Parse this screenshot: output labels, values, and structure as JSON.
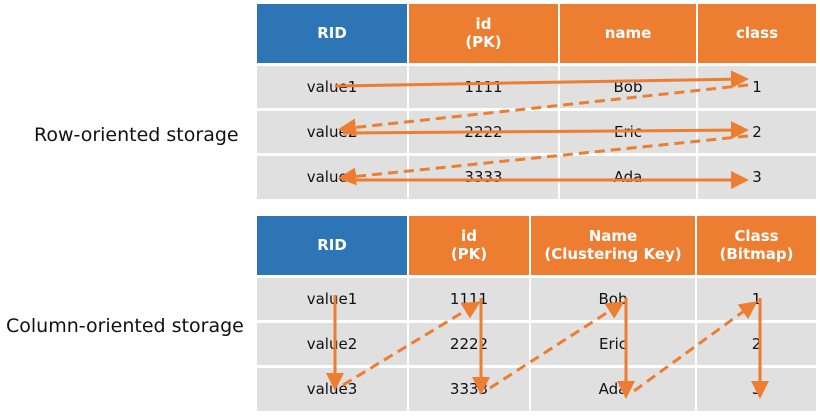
{
  "labels": {
    "row_storage": "Row-oriented storage",
    "column_storage": "Column-oriented storage"
  },
  "row_table": {
    "headers": [
      {
        "lines": [
          "RID"
        ]
      },
      {
        "lines": [
          "id",
          "(PK)"
        ]
      },
      {
        "lines": [
          "name"
        ]
      },
      {
        "lines": [
          "class"
        ]
      }
    ],
    "rows": [
      [
        "value1",
        "1111",
        "Bob",
        "1"
      ],
      [
        "value2",
        "2222",
        "Eric",
        "2"
      ],
      [
        "value3",
        "3333",
        "Ada",
        "3"
      ]
    ]
  },
  "column_table": {
    "headers": [
      {
        "lines": [
          "RID"
        ]
      },
      {
        "lines": [
          "id",
          "(PK)"
        ]
      },
      {
        "lines": [
          "Name",
          "(Clustering Key)"
        ]
      },
      {
        "lines": [
          "Class",
          "(Bitmap)"
        ]
      }
    ],
    "rows": [
      [
        "value1",
        "1111",
        "Bob",
        "1"
      ],
      [
        "value2",
        "2222",
        "Eric",
        "2"
      ],
      [
        "value3",
        "3333",
        "Ada",
        "3"
      ]
    ]
  },
  "colors": {
    "rid_header": "#2e75b6",
    "column_header": "#ed7d31",
    "cell_background": "#e0e0e0",
    "arrow": "#ed7d31"
  }
}
